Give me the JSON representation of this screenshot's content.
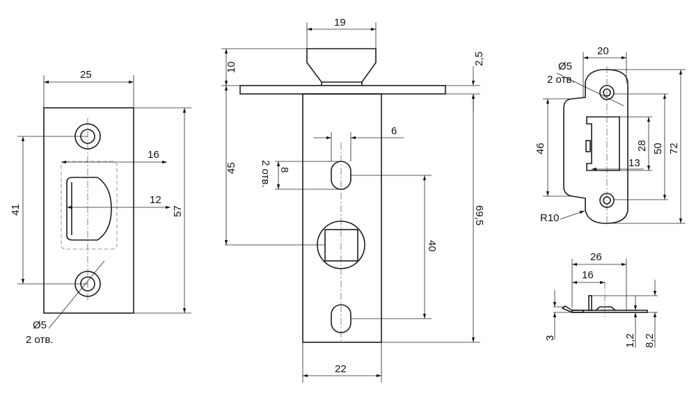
{
  "strike_plate_front": {
    "width": "25",
    "inner_width": "16",
    "opening_width": "12",
    "hole_spacing": "41",
    "height": "57",
    "hole_diameter": "Ø5",
    "hole_count": "2 отв."
  },
  "latch_side": {
    "head_width": "19",
    "head_height": "10",
    "flange_thickness": "2,5",
    "slot_width": "6",
    "slot_length": "8",
    "slot_count": "2 отв.",
    "backset": "45",
    "slot_spacing": "40",
    "body_length": "69,5",
    "body_width": "22"
  },
  "strike_plate_right": {
    "width": "20",
    "hole_diameter": "Ø5",
    "hole_count": "2 отв.",
    "notch_height": "46",
    "window_height": "28",
    "hole_spacing": "50",
    "height": "72",
    "window_depth": "13",
    "radius": "R10"
  },
  "strike_plate_profile": {
    "length": "26",
    "offset": "16",
    "lip_height": "3",
    "thickness": "1,2",
    "total_height": "8,2"
  }
}
